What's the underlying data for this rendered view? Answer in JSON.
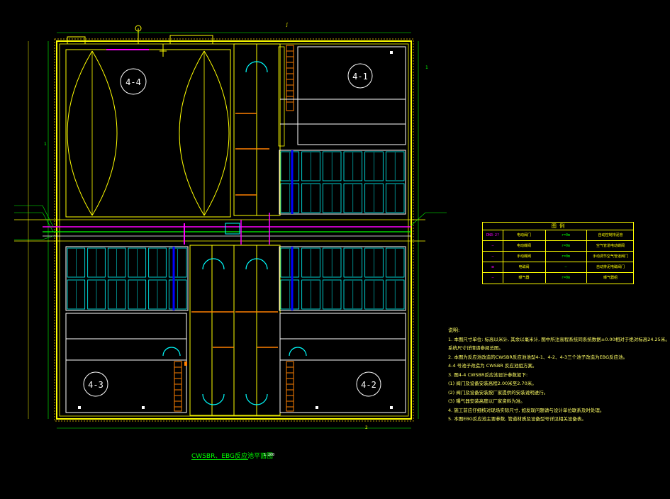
{
  "rooms": [
    "4-4",
    "4-1",
    "4-3",
    "4-2"
  ],
  "drawing_title": "CWSBR、EBG反应池平面图",
  "scale": "1:200",
  "legend": {
    "title": "图 例",
    "rows": [
      [
        "DN3-2?",
        "电动阀门",
        "r=0m",
        "自动控制排泥管"
      ],
      [
        "—",
        "电动蝶阀",
        "r=0m",
        "空气管道电动蝶阀"
      ],
      [
        "—",
        "手动蝶阀",
        "r=0m",
        "手动调节空气管道阀门"
      ],
      [
        "⊠",
        "电磁阀",
        "—",
        "自动排泥电磁阀门"
      ],
      [
        "—",
        "曝气器",
        "r=0m",
        "曝气器组"
      ]
    ]
  },
  "notes": {
    "title": "说明:",
    "lines": [
      "1. 本图尺寸单位: 标高以米计, 其余以毫米计, 图中所注高程系统同系统数据±0.00相对于绝对标高24.25米。",
      "   系统尺寸详情请参阅总图。",
      "2. 本图为反应池改造的CWSBR反应池池型4-1、4-2、4-3三个池子改造为EBG反应池。",
      "   4-4 号池子改造为 CWSBR 反应池组方案。",
      "3. 图4-4 CWSBR反应池设计参数如下:",
      "(1) 阀门及设备安装高程2.00米至2.70米。",
      "(2) 阀门及设备安装按厂家提供的安装说明进行。",
      "(3) 曝气器安装高度以厂家资料为准。",
      "4. 施工前应仔细核对现场实际尺寸, 如发现问题请与设计单位联系及时处理。",
      "5. 本图EBG反应池主要参数, 管道材质及设备型号详见相关设备表。"
    ]
  },
  "colors": {
    "background": "#000000",
    "wall": "#ffff00",
    "pipe_magenta": "#ff00ff",
    "pipe_blue": "#0000ff",
    "cyan": "#00ffff",
    "green": "#00ff00",
    "orange": "#ff8000",
    "white": "#ffffff"
  }
}
